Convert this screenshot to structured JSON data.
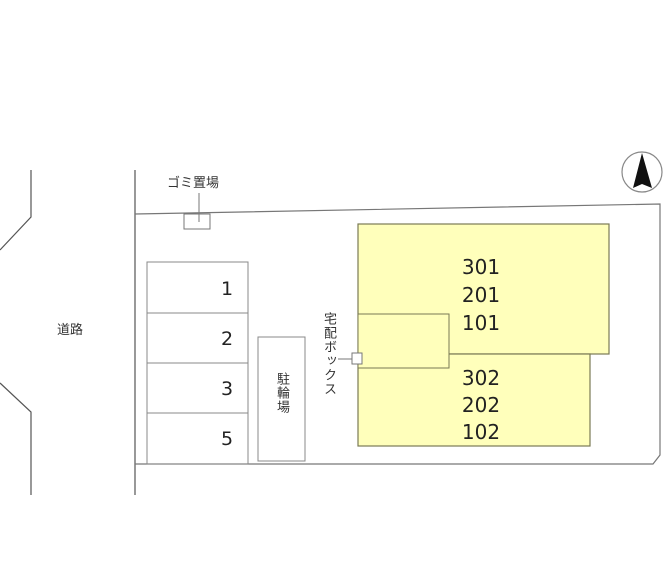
{
  "labels": {
    "road": "道路",
    "garbage": "ゴミ置場",
    "bicycle_parking": "駐輪場",
    "delivery_box": "宅配ボックス"
  },
  "parking_spaces": [
    "1",
    "2",
    "3",
    "5"
  ],
  "buildings": [
    {
      "units": [
        "301",
        "201",
        "101"
      ]
    },
    {
      "units": [
        "302",
        "202",
        "102"
      ]
    }
  ],
  "compass": {
    "direction": "N"
  },
  "colors": {
    "building_fill": "#ffffbb",
    "building_stroke": "#7a7a55",
    "line": "#666666"
  }
}
